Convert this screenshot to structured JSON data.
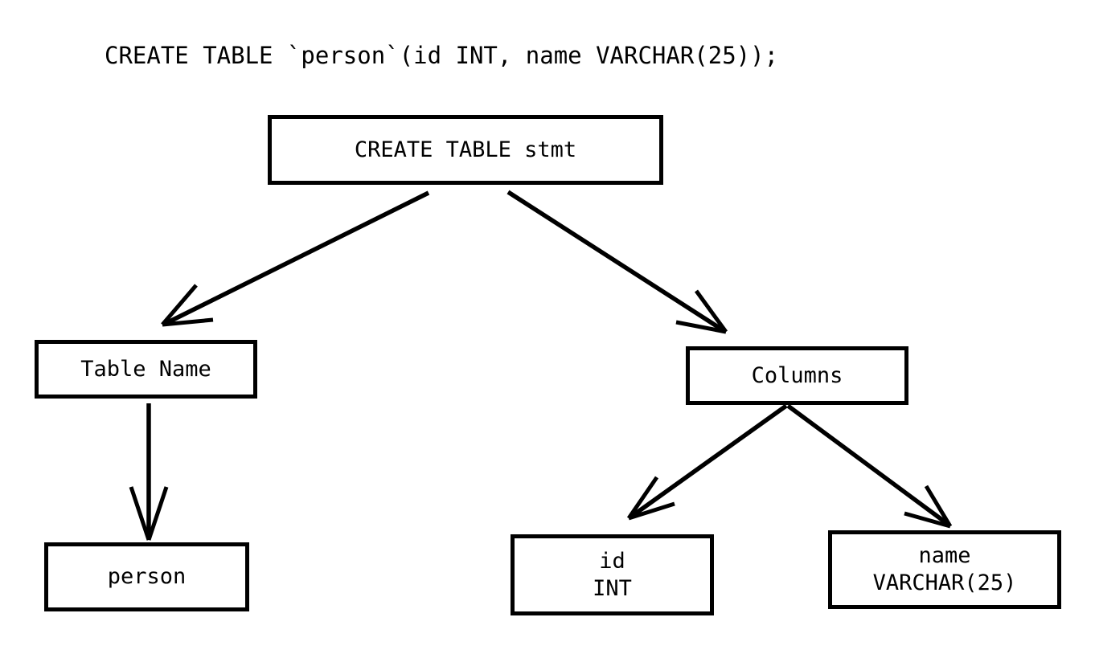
{
  "diagram": {
    "title_statement": "CREATE TABLE `person`(id INT, name VARCHAR(25));",
    "type": "parse-tree",
    "stroke_color": "#000000",
    "background_color": "#ffffff",
    "nodes": [
      {
        "id": "root",
        "label": "CREATE TABLE stmt",
        "line2": ""
      },
      {
        "id": "tablename",
        "label": "Table Name",
        "line2": ""
      },
      {
        "id": "columns",
        "label": "Columns",
        "line2": ""
      },
      {
        "id": "person",
        "label": "person",
        "line2": ""
      },
      {
        "id": "col_id",
        "label": "id",
        "line2": "INT"
      },
      {
        "id": "col_name",
        "label": "name",
        "line2": "VARCHAR(25)"
      }
    ],
    "edges": [
      {
        "from": "root",
        "to": "tablename",
        "arrowhead": "open-v"
      },
      {
        "from": "root",
        "to": "columns",
        "arrowhead": "open-v"
      },
      {
        "from": "tablename",
        "to": "person",
        "arrowhead": "open-v"
      },
      {
        "from": "columns",
        "to": "col_id",
        "arrowhead": "open-v"
      },
      {
        "from": "columns",
        "to": "col_name",
        "arrowhead": "open-v"
      }
    ]
  }
}
